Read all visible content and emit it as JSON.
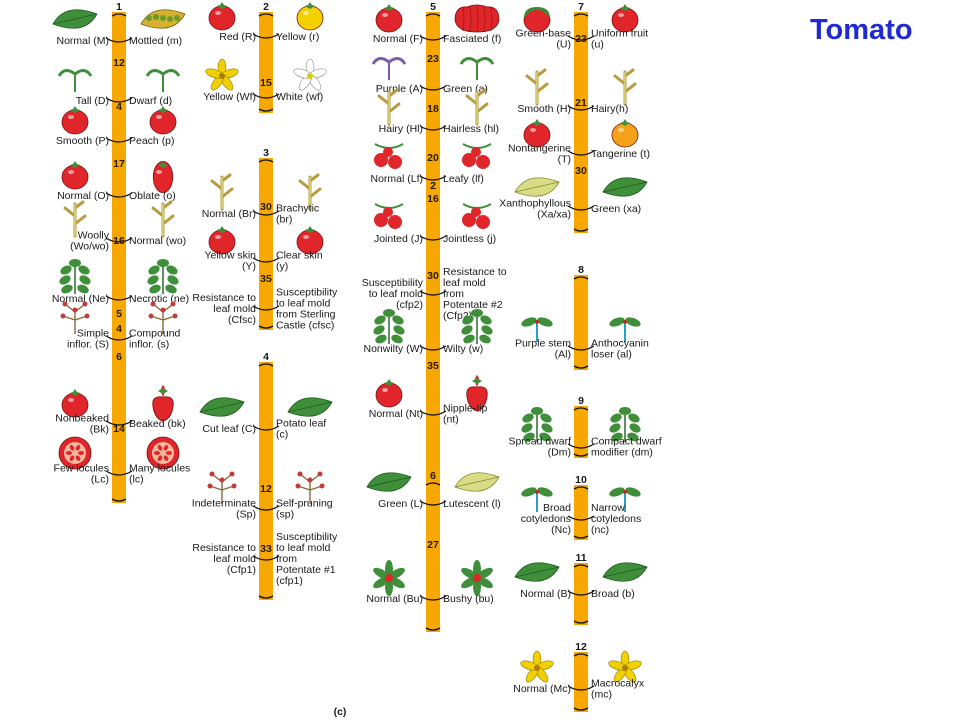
{
  "title": "Tomato",
  "panel_label": "(c)",
  "colors": {
    "chromosome": "#f6a800",
    "text": "#1a1a1a",
    "title": "#1f2ad0",
    "tomato_red": "#e0262a",
    "tomato_yellow": "#f5d000",
    "tomato_orange": "#f4a21a",
    "leaf_green": "#3f8f3a",
    "pale_leaf": "#d8dd85",
    "purple": "#7a5cb0"
  },
  "chromosomes": [
    {
      "id": "c1",
      "number": "1",
      "distances": [
        "12",
        "4",
        "17",
        "16",
        "5",
        "4",
        "6",
        "14"
      ],
      "traits": [
        {
          "left": "Normal (M)",
          "right": "Mottled (m)",
          "left_icon": "leaf-icon",
          "right_icon": "mottled-leaf-icon"
        },
        {
          "left": "Tall (D)",
          "right": "Dwarf (d)",
          "left_icon": "sprout-icon",
          "right_icon": "sprout-icon"
        },
        {
          "left": "Smooth (P)",
          "right": "Peach (p)",
          "left_icon": "tomato-icon",
          "right_icon": "tomato-icon"
        },
        {
          "left": "Normal (O)",
          "right": "Oblate (o)",
          "left_icon": "tomato-icon",
          "right_icon": "oblong-tomato-icon"
        },
        {
          "left": "Woolly (Wo/wo)",
          "right": "Normal (wo)",
          "left_icon": "stem-icon",
          "right_icon": "stem-icon"
        },
        {
          "left": "Normal (Ne)",
          "right": "Necrotic (ne)",
          "left_icon": "compound-leaf-icon",
          "right_icon": "compound-leaf-icon"
        },
        {
          "left": "Simple inflor. (S)",
          "right": "Compound inflor. (s)",
          "left_icon": "inflorescence-icon",
          "right_icon": "inflorescence-icon"
        },
        {
          "left": "Nonbeaked (Bk)",
          "right": "Beaked (bk)",
          "left_icon": "tomato-icon",
          "right_icon": "beaked-tomato-icon"
        },
        {
          "left": "Few locules (Lc)",
          "right": "Many locules (lc)",
          "left_icon": "tomato-section-icon",
          "right_icon": "tomato-section-icon"
        }
      ]
    },
    {
      "id": "c2",
      "number": "2",
      "distances": [
        "15"
      ],
      "traits": [
        {
          "left": "Red (R)",
          "right": "Yellow (r)",
          "left_icon": "tomato-icon",
          "right_icon": "yellow-tomato-icon"
        },
        {
          "left": "Yellow (Wf)",
          "right": "White (wf)",
          "left_icon": "yellow-flower-icon",
          "right_icon": "white-flower-icon"
        }
      ]
    },
    {
      "id": "c3",
      "number": "3",
      "distances": [
        "30",
        "35"
      ],
      "traits": [
        {
          "left": "Normal (Br)",
          "right": "Brachytic (br)",
          "left_icon": "stem-icon",
          "right_icon": "stem-icon"
        },
        {
          "left": "Yellow skin (Y)",
          "right": "Clear skin (y)",
          "left_icon": "tomato-icon",
          "right_icon": "tomato-icon"
        },
        {
          "left": "Resistance to leaf mold (Cfsc)",
          "right": "Susceptibility to leaf mold from Sterling Castle (cfsc)",
          "left_icon": "",
          "right_icon": ""
        }
      ]
    },
    {
      "id": "c4",
      "number": "4",
      "distances": [
        "12",
        "33"
      ],
      "traits": [
        {
          "left": "Cut leaf (C)",
          "right": "Potato leaf (c)",
          "left_icon": "leaf-icon",
          "right_icon": "leaf-icon"
        },
        {
          "left": "Indeterminate (Sp)",
          "right": "Self-pruning (sp)",
          "left_icon": "inflorescence-icon",
          "right_icon": "inflorescence-icon"
        },
        {
          "left": "Resistance to leaf mold (Cfp1)",
          "right": "Susceptibility to leaf mold from Potentate #1 (cfp1)",
          "left_icon": "",
          "right_icon": ""
        }
      ]
    },
    {
      "id": "c5",
      "number": "5",
      "distances": [
        "23",
        "18",
        "20",
        "2",
        "16",
        "30",
        "35"
      ],
      "traits": [
        {
          "left": "Normal (F)",
          "right": "Fasciated (f)",
          "left_icon": "tomato-icon",
          "right_icon": "fasciated-tomato-icon"
        },
        {
          "left": "Purple (A)",
          "right": "Green (a)",
          "left_icon": "purple-sprout-icon",
          "right_icon": "sprout-icon"
        },
        {
          "left": "Hairy (Hl)",
          "right": "Hairless (hl)",
          "left_icon": "stem-icon",
          "right_icon": "stem-icon"
        },
        {
          "left": "Normal (Lf)",
          "right": "Leafy (lf)",
          "left_icon": "tomato-cluster-icon",
          "right_icon": "tomato-cluster-icon"
        },
        {
          "left": "Jointed (J)",
          "right": "Jointless (j)",
          "left_icon": "tomato-cluster-icon",
          "right_icon": "tomato-cluster-icon"
        },
        {
          "left": "Susceptibility to leaf mold (cfp2)",
          "right": "Resistance to leaf mold from Potentate #2 (Cfp2)",
          "left_icon": "",
          "right_icon": ""
        },
        {
          "left": "Nonwilty (W)",
          "right": "Wilty (w)",
          "left_icon": "compound-leaf-icon",
          "right_icon": "compound-leaf-icon"
        },
        {
          "left": "Normal (Nt)",
          "right": "Nipple-tip (nt)",
          "left_icon": "tomato-icon",
          "right_icon": "beaked-tomato-icon"
        }
      ]
    },
    {
      "id": "c6",
      "number": "6",
      "distances": [
        "27"
      ],
      "traits": [
        {
          "left": "Green (L)",
          "right": "Lutescent (l)",
          "left_icon": "leaf-icon",
          "right_icon": "pale-leaf-icon"
        },
        {
          "left": "Normal (Bu)",
          "right": "Bushy (bu)",
          "left_icon": "star-plant-icon",
          "right_icon": "star-plant-icon"
        }
      ]
    },
    {
      "id": "c7",
      "number": "7",
      "distances": [
        "23",
        "21",
        "30"
      ],
      "traits": [
        {
          "left": "Green-base (U)",
          "right": "Uniform fruit (u)",
          "left_icon": "green-base-tomato-icon",
          "right_icon": "tomato-icon"
        },
        {
          "left": "Smooth (H)",
          "right": "Hairy(h)",
          "left_icon": "stem-icon",
          "right_icon": "stem-icon"
        },
        {
          "left": "Nontangerine (T)",
          "right": "Tangerine (t)",
          "left_icon": "tomato-icon",
          "right_icon": "orange-tomato-icon"
        },
        {
          "left": "Xanthophyllous (Xa/xa)",
          "right": "Green (xa)",
          "left_icon": "pale-leaf-icon",
          "right_icon": "leaf-icon"
        }
      ]
    },
    {
      "id": "c8",
      "number": "8",
      "distances": [],
      "traits": [
        {
          "left": "Purple stem (Al)",
          "right": "Anthocyanin loser (al)",
          "left_icon": "seedling-icon",
          "right_icon": "seedling-icon"
        }
      ]
    },
    {
      "id": "c9",
      "number": "9",
      "distances": [],
      "traits": [
        {
          "left": "Spread dwarf (Dm)",
          "right": "Compact dwarf modifier (dm)",
          "left_icon": "compound-leaf-icon",
          "right_icon": "compound-leaf-icon"
        }
      ]
    },
    {
      "id": "c10",
      "number": "10",
      "distances": [],
      "traits": [
        {
          "left": "Broad cotyledons (Nc)",
          "right": "Narrow cotyledons (nc)",
          "left_icon": "seedling-icon",
          "right_icon": "seedling-icon"
        }
      ]
    },
    {
      "id": "c11",
      "number": "11",
      "distances": [],
      "traits": [
        {
          "left": "Normal (B)",
          "right": "Broad (b)",
          "left_icon": "leaf-icon",
          "right_icon": "leaf-icon"
        }
      ]
    },
    {
      "id": "c12",
      "number": "12",
      "distances": [],
      "traits": [
        {
          "left": "Normal (Mc)",
          "right": "Macrocalyx (mc)",
          "left_icon": "yellow-flower-icon",
          "right_icon": "yellow-flower-icon"
        }
      ]
    }
  ]
}
